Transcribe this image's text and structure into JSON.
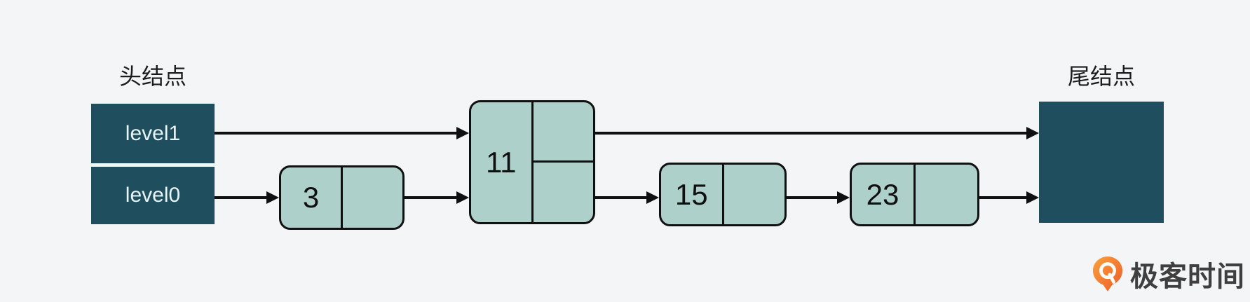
{
  "diagram": {
    "title_head": "头结点",
    "title_tail": "尾结点",
    "head": {
      "level1": "level1",
      "level0": "level0"
    },
    "nodes": {
      "n3": "3",
      "n11": "11",
      "n15": "15",
      "n23": "23"
    },
    "edges": [
      {
        "from": "head.level1",
        "to": "11.level1"
      },
      {
        "from": "head.level0",
        "to": "3"
      },
      {
        "from": "3",
        "to": "11.level0"
      },
      {
        "from": "11.level1",
        "to": "tail"
      },
      {
        "from": "11.level0",
        "to": "15"
      },
      {
        "from": "15",
        "to": "23"
      },
      {
        "from": "23",
        "to": "tail"
      }
    ]
  },
  "branding": {
    "logo_text": "极客时间"
  },
  "colors": {
    "background": "#f4f5f7",
    "dark_node": "#1f4e5e",
    "dark_node_text": "#e8f4f5",
    "light_node_fill": "#aed0cb",
    "line": "#101010",
    "logo_orange_light": "#f9a13c",
    "logo_orange_dark": "#ef5a28",
    "logo_text_color": "#3f3f3f"
  }
}
